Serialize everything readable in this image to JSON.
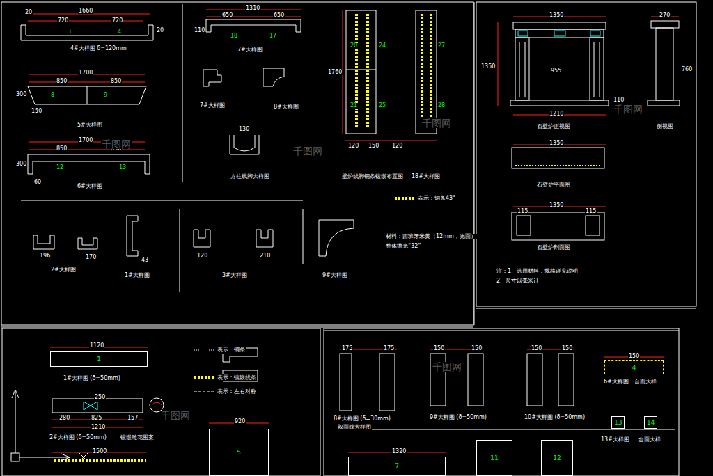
{
  "diagram": {
    "nodes": [
      {
        "text": [
          "1"
        ]
      },
      {
        "text": [
          "5"
        ]
      },
      {
        "text": [
          "7"
        ]
      },
      {
        "text": [
          "11"
        ]
      },
      {
        "text": [
          "12"
        ]
      },
      {
        "text": [
          "13"
        ]
      },
      {
        "text": [
          "14"
        ]
      },
      {
        "text": [
          "4"
        ]
      }
    ],
    "labels": [
      "20",
      "1660",
      "720",
      "720",
      "20",
      "3",
      "4",
      "4#大样图 δ=120mm",
      "1700",
      "850",
      "850",
      "8",
      "9",
      "300",
      "150",
      "5#大样图",
      "1700",
      "850",
      "850",
      "12",
      "13",
      "300",
      "60",
      "6#大样图",
      "1310",
      "650",
      "650",
      "18",
      "17",
      "110",
      "7#大样图",
      "7#大样图",
      "8#大样图",
      "130",
      "方柱线脚大样图",
      "1760",
      "20",
      "24",
      "21",
      "25",
      "27",
      "28",
      "120",
      "150",
      "120",
      "壁炉线脚铜条镶嵌布置图",
      "18#大样图",
      "材料：西班牙米黄（12mm，光面）",
      "整体抛光“32”",
      "196",
      "170",
      "2#大样图",
      "43",
      "1#大样图",
      "120",
      "210",
      "3#大样图",
      "9#大样图",
      "1350",
      "1350",
      "955",
      "1210",
      "110",
      "石壁炉正视图",
      "270",
      "760",
      "侧视图",
      "1350",
      "石壁炉平面图",
      "1350",
      "115",
      "115",
      "石壁炉剖面图",
      "注：1、选用材料，规格详见说明",
      "2、尺寸以毫米计",
      "1120",
      "1#大样图 (δ=50mm)",
      "250",
      "280",
      "825",
      "157",
      "1210",
      "2#大样图 (δ=50mm)",
      "镶嵌雕花图案",
      "1500",
      "920",
      "175",
      "175",
      "8#大样图 (δ=30mm)",
      "双面线大样图",
      "150",
      "150",
      "9#大样图 (δ=50mm)",
      "150",
      "150",
      "10#大样图 (δ=50mm)",
      "150",
      "6#大样图",
      "台面大样",
      "13#大样图",
      "台面大样",
      "1320",
      "千图网",
      "千图网",
      "千图网",
      "千图网",
      "千图网",
      "千图网"
    ],
    "legend": [
      {
        "text": "表示：铜条43°"
      },
      {
        "text": "表示：铜条"
      },
      {
        "text": "表示：镶嵌线条"
      },
      {
        "text": "表示：左右对称"
      }
    ]
  }
}
